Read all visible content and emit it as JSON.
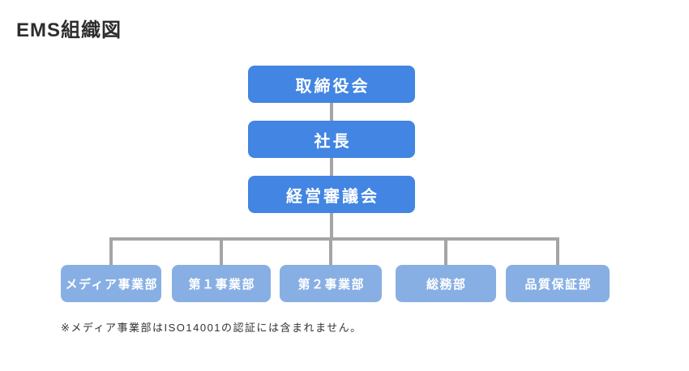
{
  "page": {
    "title": "EMS組織図",
    "footnote": "※メディア事業部はISO14001の認証には含まれません。"
  },
  "colors": {
    "primary_box": "#4285E2",
    "secondary_box": "#88AFE4",
    "connector": "#A5A5A5",
    "box_text": "#FFFFFF",
    "title_text": "#2D2D2D",
    "footnote_text": "#333333"
  },
  "org_chart": {
    "top_levels": [
      {
        "label": "取締役会"
      },
      {
        "label": "社長"
      },
      {
        "label": "経営審議会"
      }
    ],
    "departments": [
      {
        "label": "メディア事業部"
      },
      {
        "label": "第１事業部"
      },
      {
        "label": "第２事業部"
      },
      {
        "label": "総務部"
      },
      {
        "label": "品質保証部"
      }
    ]
  }
}
